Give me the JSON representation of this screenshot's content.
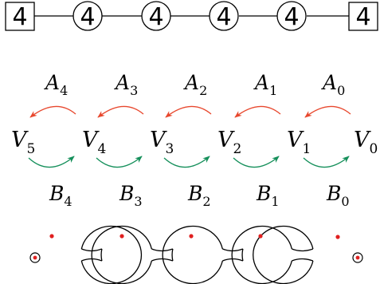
{
  "quiver": {
    "nodes": [
      {
        "label": "4",
        "shape": "square"
      },
      {
        "label": "4",
        "shape": "circle"
      },
      {
        "label": "4",
        "shape": "circle"
      },
      {
        "label": "4",
        "shape": "circle"
      },
      {
        "label": "4",
        "shape": "circle"
      },
      {
        "label": "4",
        "shape": "square"
      }
    ]
  },
  "maps": {
    "vertices": [
      {
        "letter": "V",
        "sub": "5"
      },
      {
        "letter": "V",
        "sub": "4"
      },
      {
        "letter": "V",
        "sub": "3"
      },
      {
        "letter": "V",
        "sub": "2"
      },
      {
        "letter": "V",
        "sub": "1"
      },
      {
        "letter": "V",
        "sub": "0"
      }
    ],
    "top_maps": [
      {
        "letter": "A",
        "sub": "4"
      },
      {
        "letter": "A",
        "sub": "3"
      },
      {
        "letter": "A",
        "sub": "2"
      },
      {
        "letter": "A",
        "sub": "1"
      },
      {
        "letter": "A",
        "sub": "0"
      }
    ],
    "bottom_maps": [
      {
        "letter": "B",
        "sub": "4"
      },
      {
        "letter": "B",
        "sub": "3"
      },
      {
        "letter": "B",
        "sub": "2"
      },
      {
        "letter": "B",
        "sub": "1"
      },
      {
        "letter": "B",
        "sub": "0"
      }
    ],
    "colors": {
      "top_arrow": "#e8482e",
      "bottom_arrow": "#148f5a"
    }
  },
  "brane_picture": {
    "spheres": 5,
    "colors": {
      "marker": "#e02020"
    },
    "end_markers": [
      "left",
      "right"
    ]
  }
}
